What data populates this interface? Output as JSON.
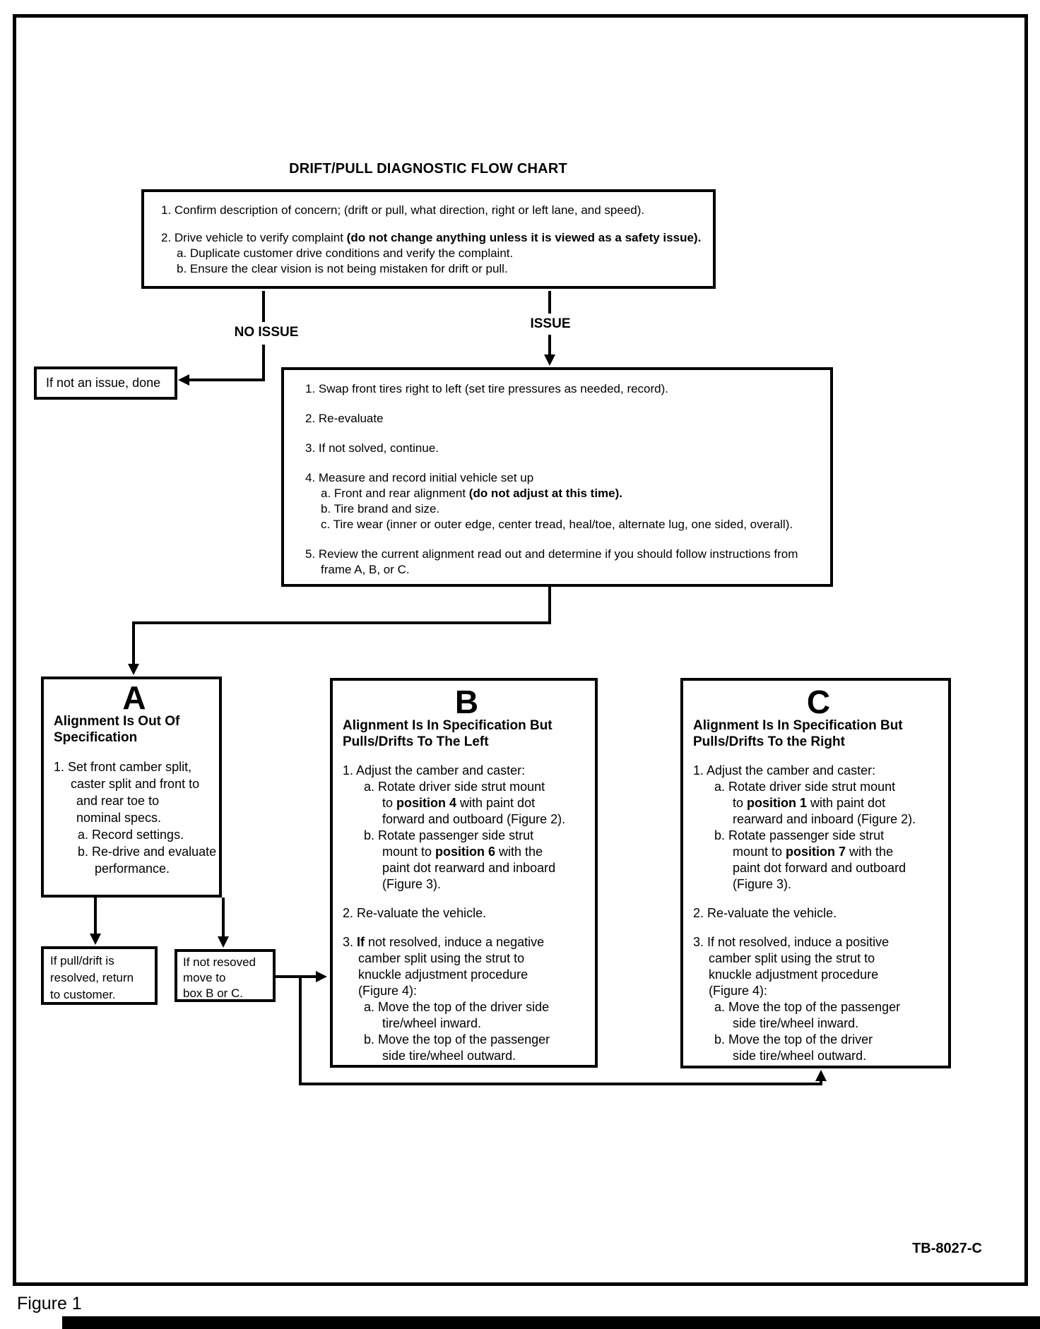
{
  "figure": {
    "title": "DRIFT/PULL DIAGNOSTIC FLOW CHART",
    "doc_code": "TB-8027-C",
    "figure_label": "Figure 1",
    "ink_color": "#000000",
    "paper_color": "#ffffff"
  },
  "branch_labels": {
    "no_issue": "NO ISSUE",
    "issue": "ISSUE"
  },
  "confirm_box": {
    "l1": "1. Confirm description of concern; (drift or pull, what direction, right or left lane, and speed).",
    "l2_pre": "2. Drive vehicle to verify complaint ",
    "l2_bold": "(do not change anything unless it is viewed as a safety issue).",
    "l2a": "a. Duplicate customer drive conditions and verify the complaint.",
    "l2b": "b. Ensure the clear vision is not being mistaken for drift or pull."
  },
  "done_box": {
    "text": "If not an issue, done"
  },
  "issue_box": {
    "l1": "1. Swap front tires right to left (set tire pressures as needed, record).",
    "l2": "2. Re-evaluate",
    "l3": "3. If not solved, continue.",
    "l4": "4. Measure and record initial vehicle set up",
    "l4a_pre": "a. Front and rear alignment ",
    "l4a_bold": "(do not adjust at this time).",
    "l4b": "b. Tire brand and size.",
    "l4c": "c. Tire wear (inner or outer edge, center tread, heal/toe, alternate lug, one sided, overall).",
    "l5a": "5. Review the current alignment read out and determine if you should follow instructions from",
    "l5b": "frame A, B, or C."
  },
  "frame_a": {
    "letter": "A",
    "head1": "Alignment Is Out Of",
    "head2": "Specification",
    "l1": "1. Set front camber split,",
    "l2": "caster split and front to",
    "l3": "and rear toe to",
    "l4": "nominal specs.",
    "l5": "a. Record settings.",
    "l6": "b. Re-drive and evaluate",
    "l7": "performance."
  },
  "resolved_box": {
    "l1": "If pull/drift is",
    "l2": "resolved, return",
    "l3": "to customer."
  },
  "not_resolved_box": {
    "l1": "If not resoved",
    "l2": "move to",
    "l3": "box B or C."
  },
  "frame_b": {
    "letter": "B",
    "head1": "Alignment Is In Specification But",
    "head2": "Pulls/Drifts To The Left",
    "l1": "1. Adjust the camber and caster:",
    "l1a_1": "a.  Rotate driver side strut mount",
    "l1a_2_pre": "to ",
    "l1a_2_bold": "position 4",
    "l1a_2_post": " with paint dot",
    "l1a_3": "forward and outboard (Figure 2).",
    "l1b_1": "b.  Rotate passenger side strut",
    "l1b_2_pre": "mount to ",
    "l1b_2_bold": "position 6",
    "l1b_2_post": " with the",
    "l1b_3": "paint dot rearward and inboard",
    "l1b_4": "(Figure 3).",
    "l2": "2. Re-valuate the vehicle.",
    "l3_1_pre": "3. ",
    "l3_1_bold": "If",
    "l3_1_post": " not resolved, induce a negative",
    "l3_2": "camber split using the strut to",
    "l3_3": "knuckle adjustment procedure",
    "l3_4": "(Figure 4):",
    "l3a_1": "a.   Move the top of the driver side",
    "l3a_2": "tire/wheel inward.",
    "l3b_1": "b.   Move the top of the passenger",
    "l3b_2": "side tire/wheel outward."
  },
  "frame_c": {
    "letter": "C",
    "head1": "Alignment Is In Specification But",
    "head2": "Pulls/Drifts To the Right",
    "l1": "1. Adjust the camber and caster:",
    "l1a_1": "a.  Rotate driver side strut mount",
    "l1a_2_pre": "to ",
    "l1a_2_bold": "position 1",
    "l1a_2_post": " with paint dot",
    "l1a_3": "rearward and inboard (Figure 2).",
    "l1b_1": "b.  Rotate passenger side strut",
    "l1b_2_pre": "mount to ",
    "l1b_2_bold": "position 7",
    "l1b_2_post": " with the",
    "l1b_3": "paint dot forward and outboard",
    "l1b_4": "(Figure 3).",
    "l2": "2. Re-valuate the vehicle.",
    "l3_1": "3. If not resolved, induce a positive",
    "l3_2": "camber split using the strut to",
    "l3_3": "knuckle adjustment procedure",
    "l3_4": "(Figure 4):",
    "l3a_1": "a.   Move the top of the passenger",
    "l3a_2": "side tire/wheel inward.",
    "l3b_1": "b.   Move the top of the driver",
    "l3b_2": "side tire/wheel outward."
  }
}
